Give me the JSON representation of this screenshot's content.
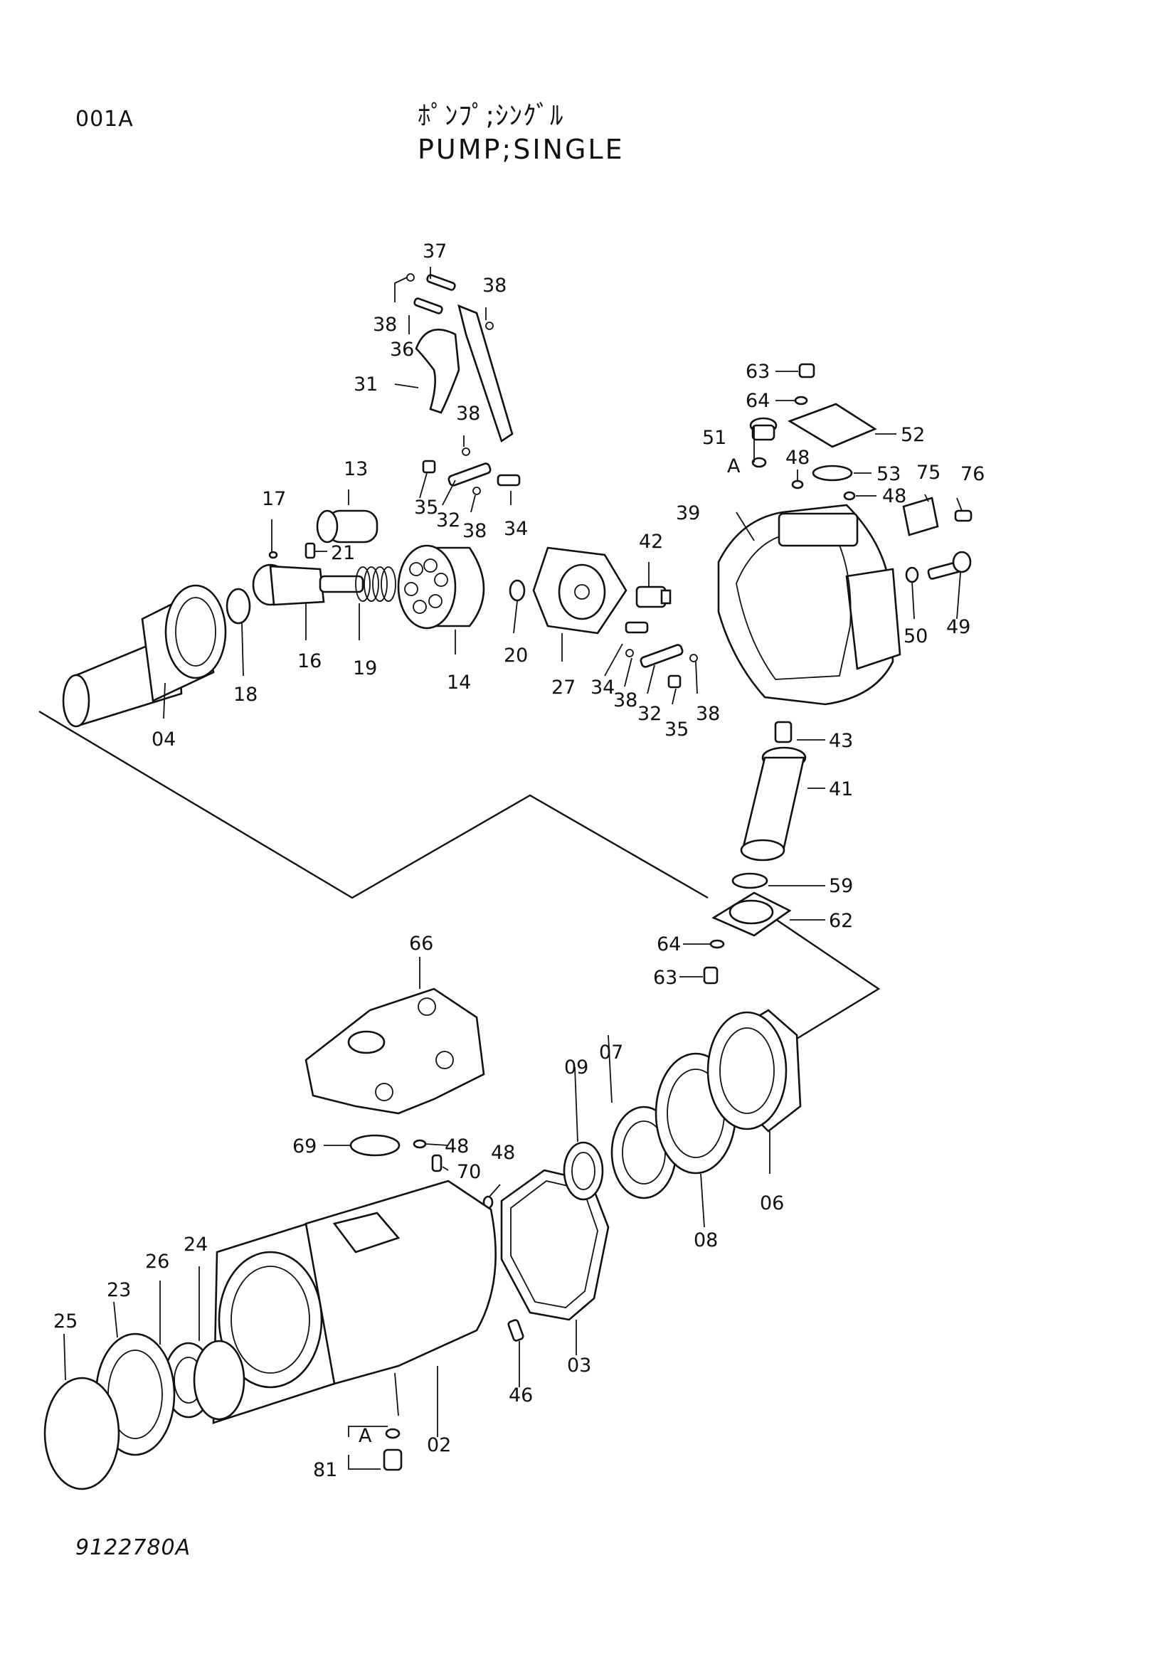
{
  "header": {
    "code": "001A",
    "title_jp": "ﾎﾟﾝﾌﾟ;ｼﾝｸﾞﾙ",
    "title_en": "PUMP;SINGLE"
  },
  "footer": {
    "code": "9122780A"
  },
  "callouts": [
    "37",
    "38",
    "38",
    "36",
    "31",
    "38",
    "35",
    "32",
    "38",
    "34",
    "13",
    "17",
    "21",
    "16",
    "19",
    "14",
    "20",
    "27",
    "42",
    "18",
    "04",
    "34",
    "38",
    "32",
    "35",
    "38",
    "63",
    "64",
    "51",
    "A",
    "52",
    "48",
    "53",
    "75",
    "76",
    "48",
    "39",
    "50",
    "49",
    "43",
    "41",
    "59",
    "62",
    "64",
    "63",
    "66",
    "07",
    "09",
    "69",
    "48",
    "70",
    "48",
    "06",
    "08",
    "03",
    "24",
    "26",
    "23",
    "25",
    "46",
    "A",
    "02",
    "81"
  ]
}
